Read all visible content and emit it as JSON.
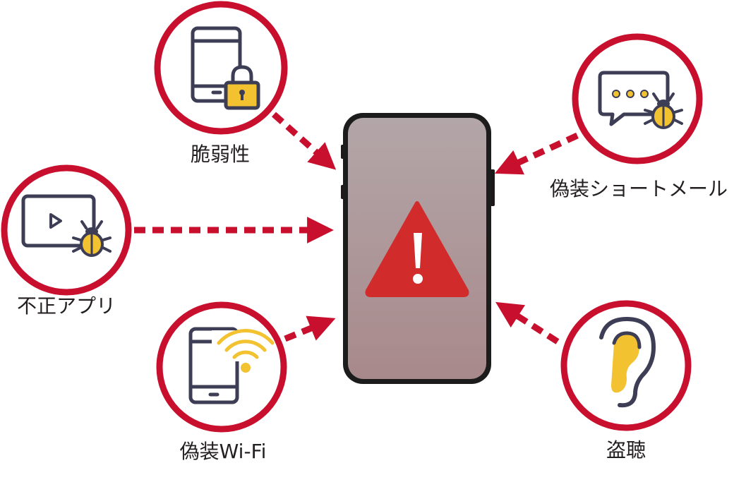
{
  "threats": {
    "vulnerability": {
      "label": "脆弱性",
      "icon": "phone-lock-icon"
    },
    "malicious_app": {
      "label": "不正アプリ",
      "icon": "video-malware-icon"
    },
    "fake_wifi": {
      "label": "偽装Wi-Fi",
      "icon": "phone-wifi-icon"
    },
    "fake_sms": {
      "label": "偽装ショートメール",
      "icon": "chat-malware-icon"
    },
    "eavesdropping": {
      "label": "盗聴",
      "icon": "ear-icon"
    }
  },
  "center": {
    "icon": "warning-icon",
    "device": "smartphone"
  },
  "colors": {
    "ring": "#c8102e",
    "arrow": "#c8102e",
    "icon_stroke": "#3d3d56",
    "accent": "#f2c230",
    "warning": "#d12b2b",
    "screen_top": "#b3a6a8",
    "screen_bottom": "#a8898b"
  }
}
